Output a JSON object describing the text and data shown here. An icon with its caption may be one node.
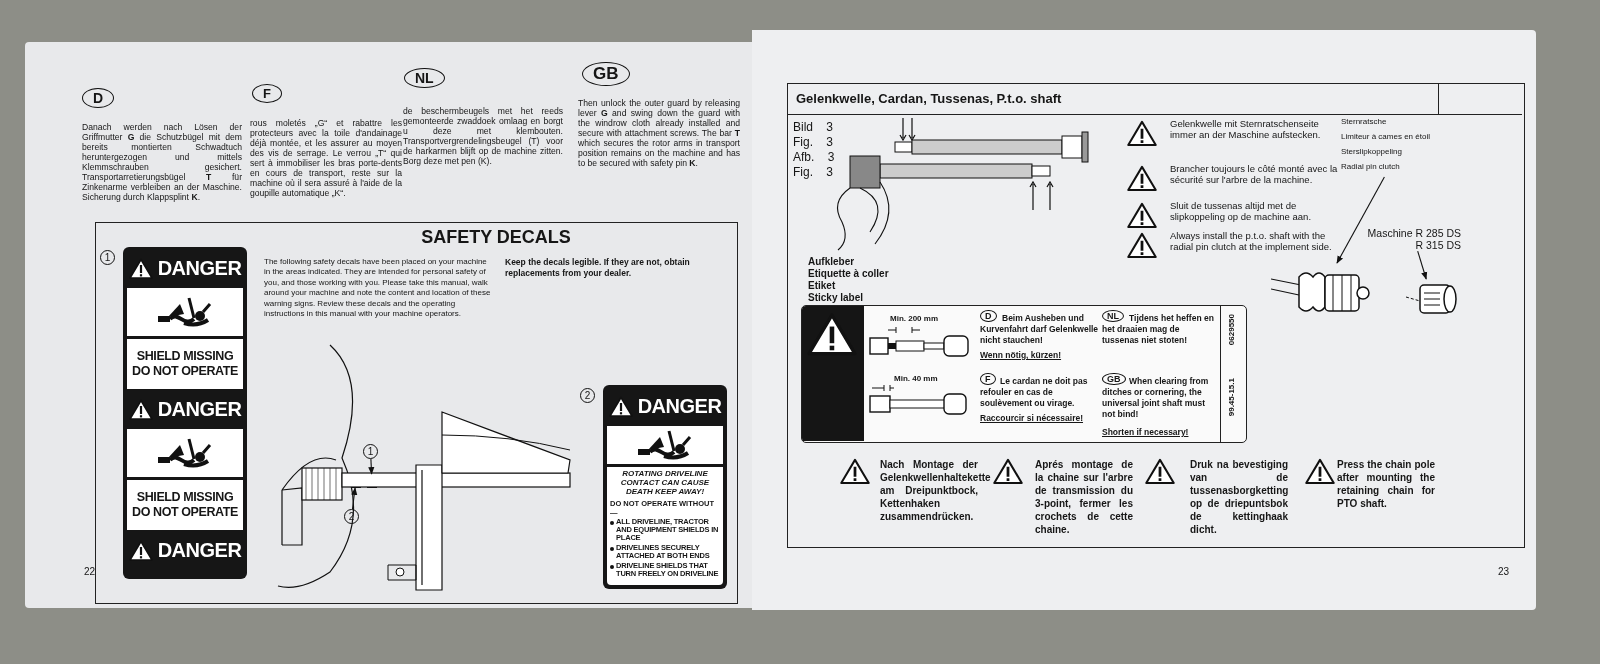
{
  "diagram": {
    "nodes": [
      {
        "text": [
          "SAFETY DECALS",
          "The following safety decals have been placed on your machine in the areas indicated. They are intended for personal safety of you, and those working with you. Please take this manual, walk around your machine and note the content and location of these warning signs. Review these decals and the operating instructions in this manual with your machine operators.",
          "Keep the decals legible. If they are not, obtain replacements from your dealer."
        ]
      },
      {
        "text": [
          "DANGER",
          "SHIELD MISSING DO NOT OPERATE",
          "DANGER",
          "SHIELD MISSING DO NOT OPERATE",
          "DANGER"
        ],
        "in": 0,
        "beside": [
          "1"
        ]
      },
      {
        "text": [
          "DANGER",
          "ROTATING DRIVELINE CONTACT CAN CAUSE DEATH KEEP AWAY!",
          "DO NOT OPERATE WITHOUT —",
          "ALL DRIVELINE, TRACTOR AND EQUIPMENT SHIELDS IN PLACE",
          "DRIVELINES SECURELY ATTACHED AT BOTH ENDS",
          "DRIVELINE SHIELDS THAT TURN FREELY ON DRIVELINE"
        ],
        "in": 0,
        "beside": [
          "2"
        ]
      },
      {
        "text": [
          "1"
        ],
        "in": 0
      },
      {
        "text": [],
        "shape": "bar",
        "in": 0
      },
      {
        "text": [
          "2"
        ],
        "in": 0
      },
      {
        "text": [],
        "shape": "bar",
        "in": 0
      },
      {
        "text": [
          "Gelenkwelle, Cardan, Tussenas, P.t.o. shaft"
        ]
      },
      {
        "text": [
          "Sternratsche",
          "Limiteur à cames en étoil",
          "Sterslipkoppeling",
          "Radial pin clutch"
        ],
        "in": 7
      },
      {
        "text": [],
        "shape": "picture",
        "in": 7
      },
      {
        "text": [
          "Maschine R 285 DS R 315 DS"
        ],
        "in": 7
      },
      {
        "text": [],
        "shape": "picture",
        "in": 7
      },
      {
        "text": [
          "Min. 200 mm",
          "Min. 40 mm",
          "D",
          "Beim Ausheben und Kurvenfahrt darf Gelenkwelle nicht stauchen!",
          "Wenn nötig, kürzen!",
          "NL",
          "Tijdens het heffen en het draaien mag de tussenas niet stoten!",
          "F",
          "Le cardan ne doit pas refouler en cas de soulèvement ou virage.",
          "Raccourcir si nécessaire!",
          "GB",
          "When clearing from ditches or cornering, the universal joint shaft must not bind!",
          "Shorten if necessary!",
          "99.45-15.1",
          "0629550"
        ],
        "in": 7,
        "beside": [
          "Aufkleber",
          "Etiquette à coller",
          "Etiket",
          "Sticky label"
        ]
      }
    ],
    "edges": [
      {
        "from": 3,
        "to": 6,
        "arrow": "to"
      },
      {
        "from": 5,
        "to": 4,
        "arrow": "to"
      },
      {
        "from": 8,
        "to": 9,
        "arrow": "to"
      },
      {
        "from": 10,
        "to": 11,
        "arrow": "to"
      }
    ],
    "labels": [
      "D",
      "Danach werden nach Lösen der Griffmutter **G** die Schutzbügel mit dem bereits montierten Schwadtuch heruntergezogen und mittels Klemmschrauben gesichert. Transportarretierungsbügel **T** für Zinkenarme verbleiben an der Maschine. Sicherung durch Klappsplint **K**.",
      "F",
      "rous moletés „G“ et rabattre les protecteurs avec la toile d'andainage déjà montée, et les assurer au moyen des vis de serrage. Le verrou „T“ qui sert à immobiliser les bras porte-dents en cours de transport, reste sur la machine où il sera assuré à l'aide de la goupille automatique „K“.",
      "NL",
      "de beschermbeugels met het reeds gemonteerde zwaddoek omlaag en borgt u deze met klembouten. Transportvergrendelingsbeugel (T) voor de harkarmen blijft op de machine zitten. Borg deze met pen (K).",
      "GB",
      "Then unlock the outer guard by releasing lever **G** and swing down the guard with the windrow cloth already installed and secure with attachment screws. The bar **T** which secures the rotor arms in transport position remains on the machine and has to be secured with safety pin **K**.",
      "22",
      "Bild 3",
      "Fig. 3",
      "Afb. 3",
      "Fig. 3",
      "Gelenkwelle mit Sternratschenseite immer an der Maschine aufstecken.",
      "Brancher toujours le côté monté avec la sécurité sur l'arbre de la machine.",
      "Sluit de tussenas altijd met de slipkoppeling op de machine aan.",
      "Always install the p.t.o. shaft with the radial pin clutch at the implement side.",
      "Nach Montage der Gelenkwellenhaltekette am Dreipunktbock, Kettenhaken zusammendrücken.",
      "Aprés montage de la chaine sur l'arbre de transmission du 3-point, fermer les crochets de cette chaine.",
      "Druk na bevestiging van de tussenasborgketting op de driepuntsbok de kettinghaak dicht.",
      "Press the chain pole after mounting the retaining chain for PTO shaft.",
      "23"
    ]
  }
}
